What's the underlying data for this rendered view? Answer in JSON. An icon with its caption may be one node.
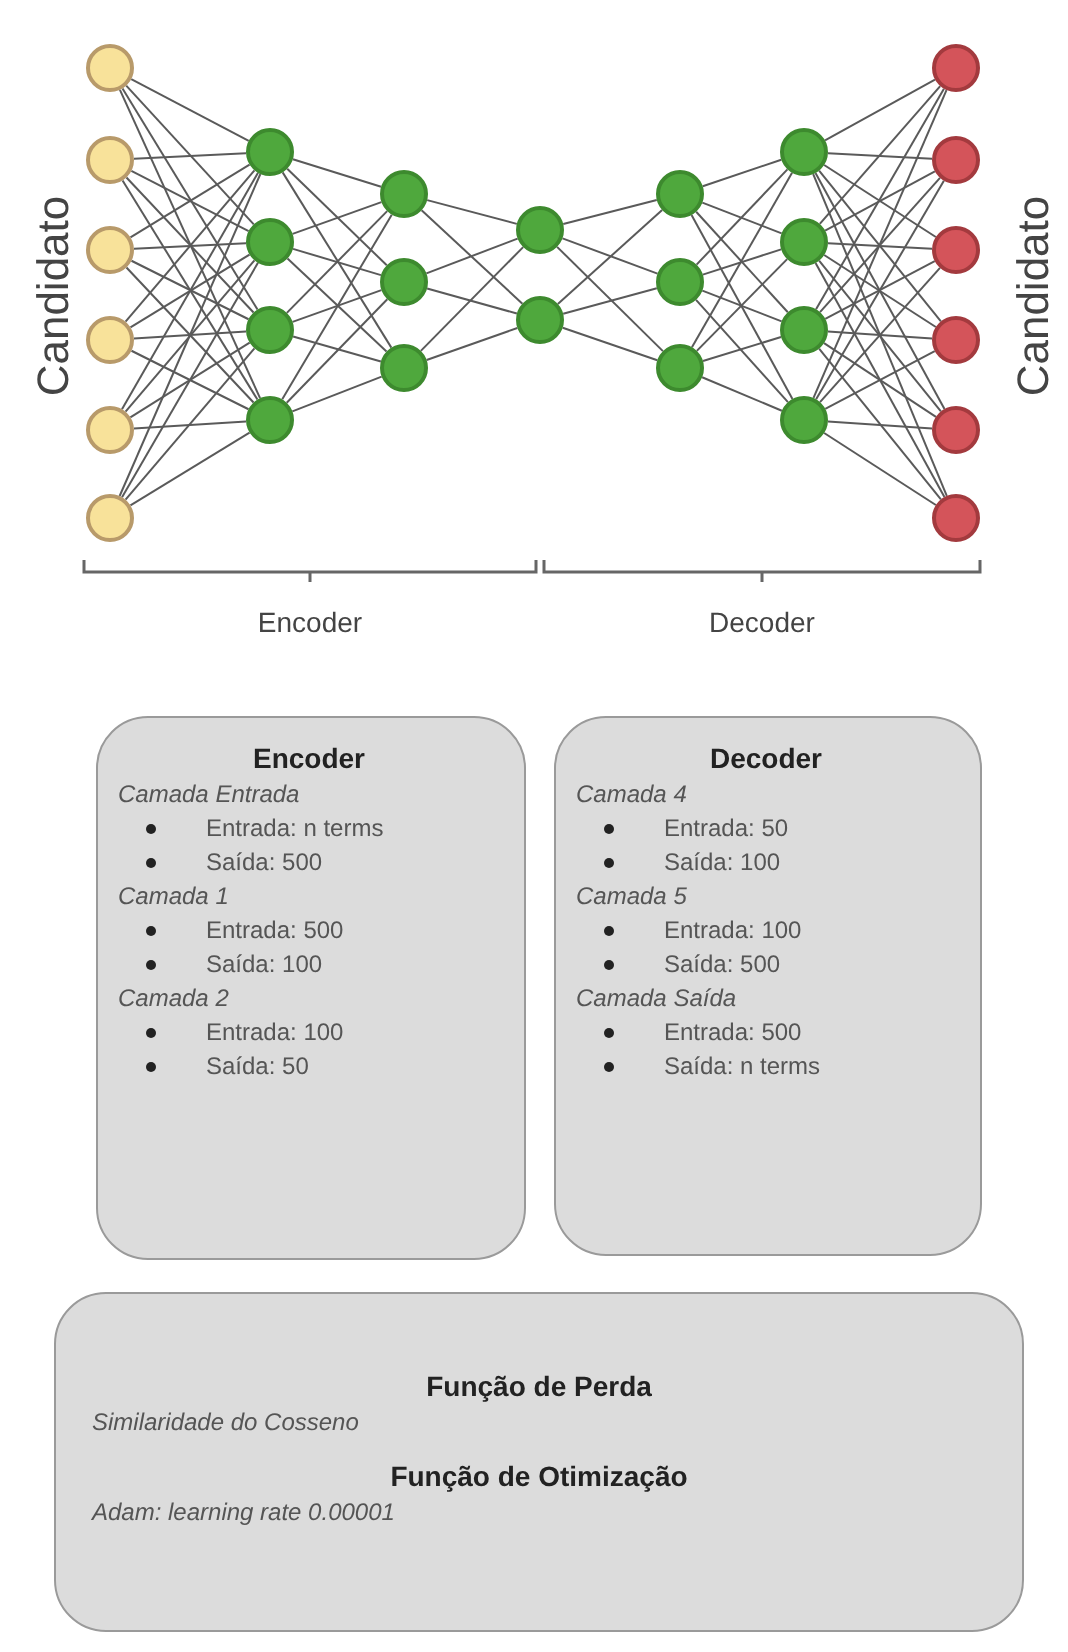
{
  "diagram": {
    "nodes": [
      {
        "text": [],
        "shape": "circle"
      },
      {
        "text": [],
        "shape": "circle"
      },
      {
        "text": [],
        "shape": "circle"
      },
      {
        "text": [],
        "shape": "circle"
      },
      {
        "text": [],
        "shape": "circle"
      },
      {
        "text": [],
        "shape": "circle"
      },
      {
        "text": [],
        "shape": "circle"
      },
      {
        "text": [],
        "shape": "circle"
      },
      {
        "text": [],
        "shape": "circle"
      },
      {
        "text": [],
        "shape": "circle"
      },
      {
        "text": [],
        "shape": "circle"
      },
      {
        "text": [],
        "shape": "circle"
      },
      {
        "text": [],
        "shape": "circle"
      },
      {
        "text": [],
        "shape": "circle"
      },
      {
        "text": [],
        "shape": "circle"
      },
      {
        "text": [],
        "shape": "circle"
      },
      {
        "text": [],
        "shape": "circle"
      },
      {
        "text": [],
        "shape": "circle"
      },
      {
        "text": [],
        "shape": "circle"
      },
      {
        "text": [],
        "shape": "circle"
      },
      {
        "text": [],
        "shape": "circle"
      },
      {
        "text": [],
        "shape": "circle"
      },
      {
        "text": [],
        "shape": "circle"
      },
      {
        "text": [],
        "shape": "circle"
      },
      {
        "text": [],
        "shape": "circle"
      },
      {
        "text": [],
        "shape": "circle"
      },
      {
        "text": [],
        "shape": "circle"
      },
      {
        "text": [],
        "shape": "circle"
      },
      {
        "text": [
          "Encoder",
          "Camada Entrada",
          "Entrada: n terms",
          "Saída: 500",
          "Camada 1",
          "Entrada: 500",
          "Saída: 100",
          "Camada 2",
          "Entrada: 100",
          "Saída: 50"
        ]
      },
      {
        "text": [
          "Decoder",
          "Camada 4",
          "Entrada: 50",
          "Saída: 100",
          "Camada 5",
          "Entrada: 100",
          "Saída: 500",
          "Camada Saída",
          "Entrada: 500",
          "Saída: n terms"
        ]
      },
      {
        "text": [
          "Função de Perda",
          "Similaridade do Cosseno",
          "Função de Otimização",
          "Adam: learning rate 0.00001"
        ]
      }
    ],
    "edges": [
      {
        "from": 0,
        "to": 6,
        "arrow": "none"
      },
      {
        "from": 0,
        "to": 7,
        "arrow": "none"
      },
      {
        "from": 0,
        "to": 8,
        "arrow": "none"
      },
      {
        "from": 0,
        "to": 9,
        "arrow": "none"
      },
      {
        "from": 1,
        "to": 6,
        "arrow": "none"
      },
      {
        "from": 1,
        "to": 7,
        "arrow": "none"
      },
      {
        "from": 1,
        "to": 8,
        "arrow": "none"
      },
      {
        "from": 1,
        "to": 9,
        "arrow": "none"
      },
      {
        "from": 2,
        "to": 6,
        "arrow": "none"
      },
      {
        "from": 2,
        "to": 7,
        "arrow": "none"
      },
      {
        "from": 2,
        "to": 8,
        "arrow": "none"
      },
      {
        "from": 2,
        "to": 9,
        "arrow": "none"
      },
      {
        "from": 3,
        "to": 6,
        "arrow": "none"
      },
      {
        "from": 3,
        "to": 7,
        "arrow": "none"
      },
      {
        "from": 3,
        "to": 8,
        "arrow": "none"
      },
      {
        "from": 3,
        "to": 9,
        "arrow": "none"
      },
      {
        "from": 4,
        "to": 6,
        "arrow": "none"
      },
      {
        "from": 4,
        "to": 7,
        "arrow": "none"
      },
      {
        "from": 4,
        "to": 8,
        "arrow": "none"
      },
      {
        "from": 4,
        "to": 9,
        "arrow": "none"
      },
      {
        "from": 5,
        "to": 6,
        "arrow": "none"
      },
      {
        "from": 5,
        "to": 7,
        "arrow": "none"
      },
      {
        "from": 5,
        "to": 8,
        "arrow": "none"
      },
      {
        "from": 5,
        "to": 9,
        "arrow": "none"
      },
      {
        "from": 6,
        "to": 10,
        "arrow": "none"
      },
      {
        "from": 6,
        "to": 11,
        "arrow": "none"
      },
      {
        "from": 6,
        "to": 12,
        "arrow": "none"
      },
      {
        "from": 7,
        "to": 10,
        "arrow": "none"
      },
      {
        "from": 7,
        "to": 11,
        "arrow": "none"
      },
      {
        "from": 7,
        "to": 12,
        "arrow": "none"
      },
      {
        "from": 8,
        "to": 10,
        "arrow": "none"
      },
      {
        "from": 8,
        "to": 11,
        "arrow": "none"
      },
      {
        "from": 8,
        "to": 12,
        "arrow": "none"
      },
      {
        "from": 9,
        "to": 10,
        "arrow": "none"
      },
      {
        "from": 9,
        "to": 11,
        "arrow": "none"
      },
      {
        "from": 9,
        "to": 12,
        "arrow": "none"
      },
      {
        "from": 10,
        "to": 13,
        "arrow": "none"
      },
      {
        "from": 10,
        "to": 14,
        "arrow": "none"
      },
      {
        "from": 11,
        "to": 13,
        "arrow": "none"
      },
      {
        "from": 11,
        "to": 14,
        "arrow": "none"
      },
      {
        "from": 12,
        "to": 13,
        "arrow": "none"
      },
      {
        "from": 12,
        "to": 14,
        "arrow": "none"
      },
      {
        "from": 13,
        "to": 15,
        "arrow": "none"
      },
      {
        "from": 13,
        "to": 16,
        "arrow": "none"
      },
      {
        "from": 13,
        "to": 17,
        "arrow": "none"
      },
      {
        "from": 14,
        "to": 15,
        "arrow": "none"
      },
      {
        "from": 14,
        "to": 16,
        "arrow": "none"
      },
      {
        "from": 14,
        "to": 17,
        "arrow": "none"
      },
      {
        "from": 15,
        "to": 18,
        "arrow": "none"
      },
      {
        "from": 15,
        "to": 19,
        "arrow": "none"
      },
      {
        "from": 15,
        "to": 20,
        "arrow": "none"
      },
      {
        "from": 15,
        "to": 21,
        "arrow": "none"
      },
      {
        "from": 16,
        "to": 18,
        "arrow": "none"
      },
      {
        "from": 16,
        "to": 19,
        "arrow": "none"
      },
      {
        "from": 16,
        "to": 20,
        "arrow": "none"
      },
      {
        "from": 16,
        "to": 21,
        "arrow": "none"
      },
      {
        "from": 17,
        "to": 18,
        "arrow": "none"
      },
      {
        "from": 17,
        "to": 19,
        "arrow": "none"
      },
      {
        "from": 17,
        "to": 20,
        "arrow": "none"
      },
      {
        "from": 17,
        "to": 21,
        "arrow": "none"
      },
      {
        "from": 18,
        "to": 22,
        "arrow": "none"
      },
      {
        "from": 18,
        "to": 23,
        "arrow": "none"
      },
      {
        "from": 18,
        "to": 24,
        "arrow": "none"
      },
      {
        "from": 18,
        "to": 25,
        "arrow": "none"
      },
      {
        "from": 18,
        "to": 26,
        "arrow": "none"
      },
      {
        "from": 18,
        "to": 27,
        "arrow": "none"
      },
      {
        "from": 19,
        "to": 22,
        "arrow": "none"
      },
      {
        "from": 19,
        "to": 23,
        "arrow": "none"
      },
      {
        "from": 19,
        "to": 24,
        "arrow": "none"
      },
      {
        "from": 19,
        "to": 25,
        "arrow": "none"
      },
      {
        "from": 19,
        "to": 26,
        "arrow": "none"
      },
      {
        "from": 19,
        "to": 27,
        "arrow": "none"
      },
      {
        "from": 20,
        "to": 22,
        "arrow": "none"
      },
      {
        "from": 20,
        "to": 23,
        "arrow": "none"
      },
      {
        "from": 20,
        "to": 24,
        "arrow": "none"
      },
      {
        "from": 20,
        "to": 25,
        "arrow": "none"
      },
      {
        "from": 20,
        "to": 26,
        "arrow": "none"
      },
      {
        "from": 20,
        "to": 27,
        "arrow": "none"
      },
      {
        "from": 21,
        "to": 22,
        "arrow": "none"
      },
      {
        "from": 21,
        "to": 23,
        "arrow": "none"
      },
      {
        "from": 21,
        "to": 24,
        "arrow": "none"
      },
      {
        "from": 21,
        "to": 25,
        "arrow": "none"
      },
      {
        "from": 21,
        "to": 26,
        "arrow": "none"
      },
      {
        "from": 21,
        "to": 27,
        "arrow": "none"
      }
    ],
    "labels": [
      "Candidato",
      "Candidato",
      "Encoder",
      "Decoder"
    ]
  }
}
